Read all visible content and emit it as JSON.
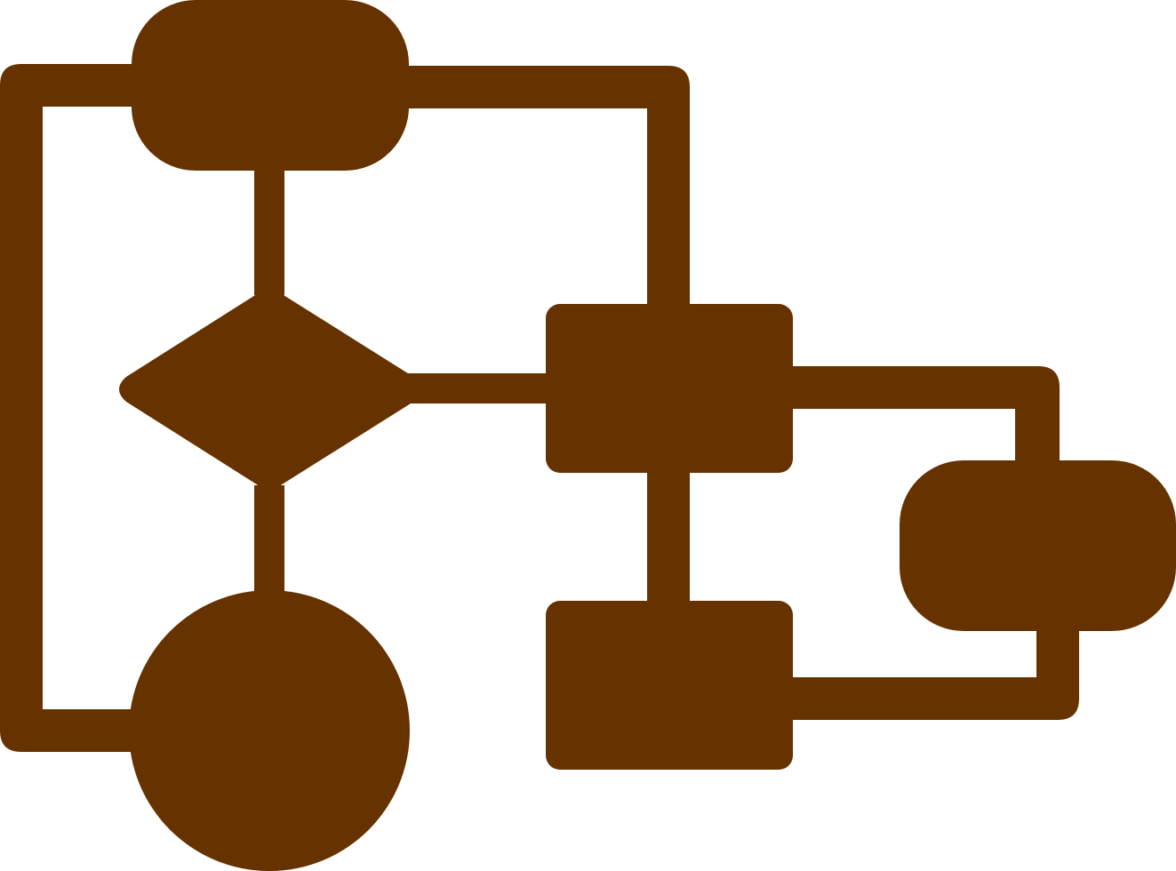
{
  "icon": {
    "name": "flowchart-icon",
    "color": "#663300",
    "background": "#ffffff",
    "shapes": [
      "terminator",
      "decision",
      "connector-circle",
      "process",
      "process",
      "terminator"
    ]
  }
}
